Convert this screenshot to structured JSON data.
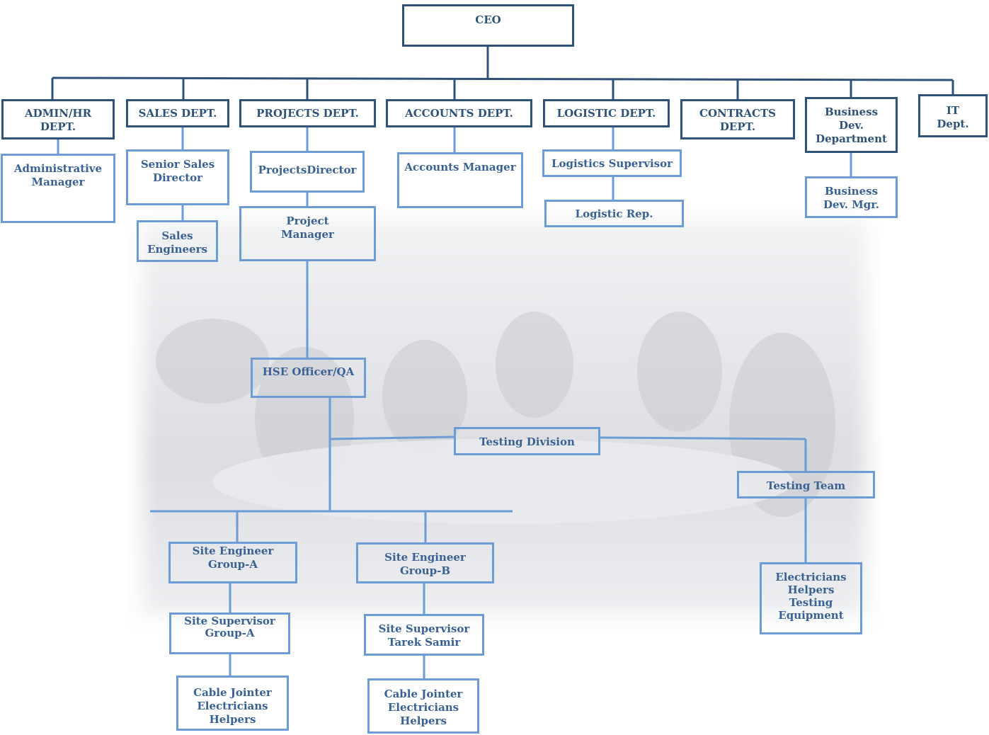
{
  "ceo": "CEO",
  "departments": {
    "admin": "ADMIN/HR\nDEPT.",
    "sales": "SALES DEPT.",
    "projects": "PROJECTS DEPT.",
    "accounts": "ACCOUNTS DEPT.",
    "logistic": "LOGISTIC DEPT.",
    "contracts": "CONTRACTS\nDEPT.",
    "business": "Business\nDev.\nDepartment",
    "it": "IT\nDept."
  },
  "roles": {
    "admin_manager": "Administrative\nManager",
    "senior_sales_director": "Senior Sales\nDirector",
    "sales_engineers": "Sales\nEngineers",
    "projects_director": "ProjectsDirector",
    "project_manager": "Project\nManager",
    "accounts_manager": "Accounts Manager",
    "logistics_supervisor": "Logistics Supervisor",
    "logistic_rep": "Logistic Rep.",
    "business_dev_mgr": "Business\nDev. Mgr.",
    "hse_officer": "HSE Officer/QA",
    "testing_division": "Testing Division",
    "testing_team": "Testing Team",
    "site_engineer_a": "Site Engineer\nGroup-A",
    "site_engineer_b": "Site Engineer\nGroup-B",
    "site_supervisor_a": "Site Supervisor\nGroup-A",
    "site_supervisor_b": "Site Supervisor\nTarek Samir",
    "cable_jointer_a": "Cable Jointer\nElectricians\nHelpers",
    "cable_jointer_b": "Cable Jointer\nElectricians\nHelpers",
    "electricians_testing": "Electricians\nHelpers\nTesting\nEquipment"
  },
  "colors": {
    "dark_border": "#2f5378",
    "light_border": "#6d9bd5",
    "text": "#3a5f8f"
  }
}
